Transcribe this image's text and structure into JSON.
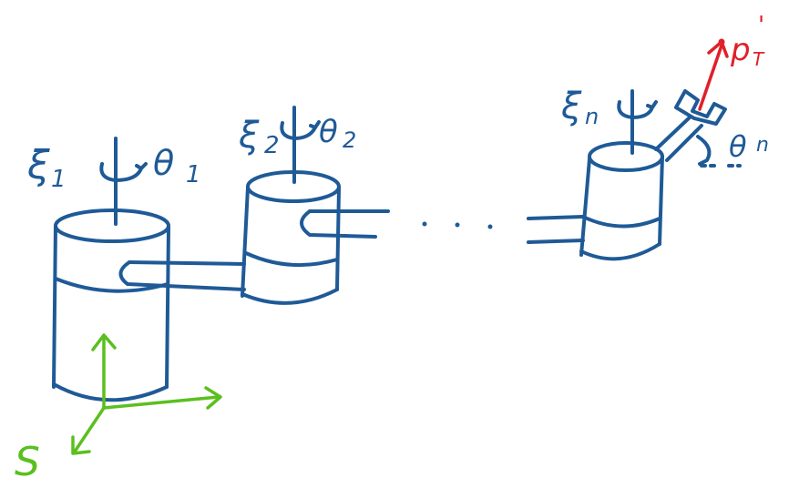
{
  "labels": {
    "xi1": "ξ",
    "xi1_sub": "1",
    "theta1": "θ",
    "theta1_sub": "1",
    "xi2": "ξ",
    "xi2_sub": "2",
    "theta2": "θ",
    "theta2_sub": "2",
    "xin": "ξ",
    "xin_sub": "n",
    "thetan": "θ",
    "thetan_sub": "n",
    "ellipsis": "· · ·",
    "frame_s": "S",
    "point_p": "p",
    "point_p_sub": "T",
    "point_p_prime": "'"
  },
  "colors": {
    "link_ink": "#1f5a97",
    "frame_ink": "#5bbf1f",
    "point_ink": "#e0202a",
    "background": "#ffffff"
  }
}
